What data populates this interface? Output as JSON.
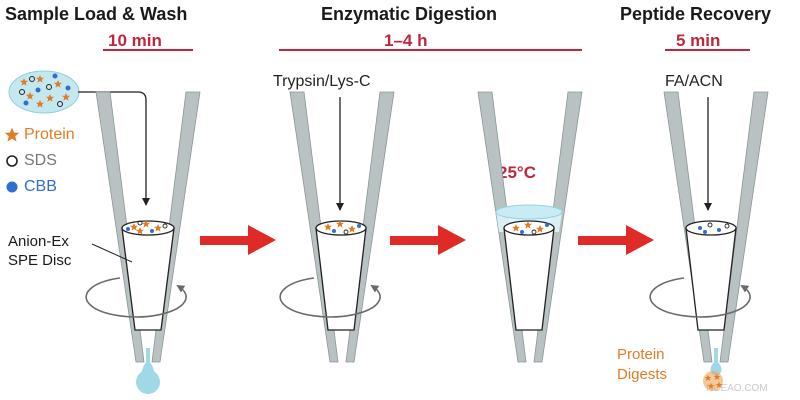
{
  "stages": [
    {
      "title": "Sample Load & Wash",
      "time": "10 min"
    },
    {
      "title": "Enzymatic Digestion",
      "time": "1–4 h"
    },
    {
      "title": "Peptide Recovery",
      "time": "5 min"
    }
  ],
  "reagents": {
    "digestion": "Trypsin/Lys-C",
    "recovery": "FA/ACN"
  },
  "legend": [
    {
      "label": "Protein",
      "symbol": "orange-star",
      "color": "#e07c25"
    },
    {
      "label": "SDS",
      "symbol": "open-circle",
      "color": "#777777"
    },
    {
      "label": "CBB",
      "symbol": "blue-dot",
      "color": "#2f6fd1"
    }
  ],
  "disc_label": [
    "Anion-Ex",
    "SPE Disc"
  ],
  "temperature": "25°C",
  "digest_label": [
    "Protein",
    "Digests"
  ],
  "watermark": "NCEAO.COM",
  "colors": {
    "accent_red": "#c0273d",
    "arrow_red": "#e02a26",
    "droplet": "#9fd9e8",
    "orange": "#e07c25",
    "blue": "#2f6fd1",
    "tip_gray": "#b9c2c3"
  }
}
